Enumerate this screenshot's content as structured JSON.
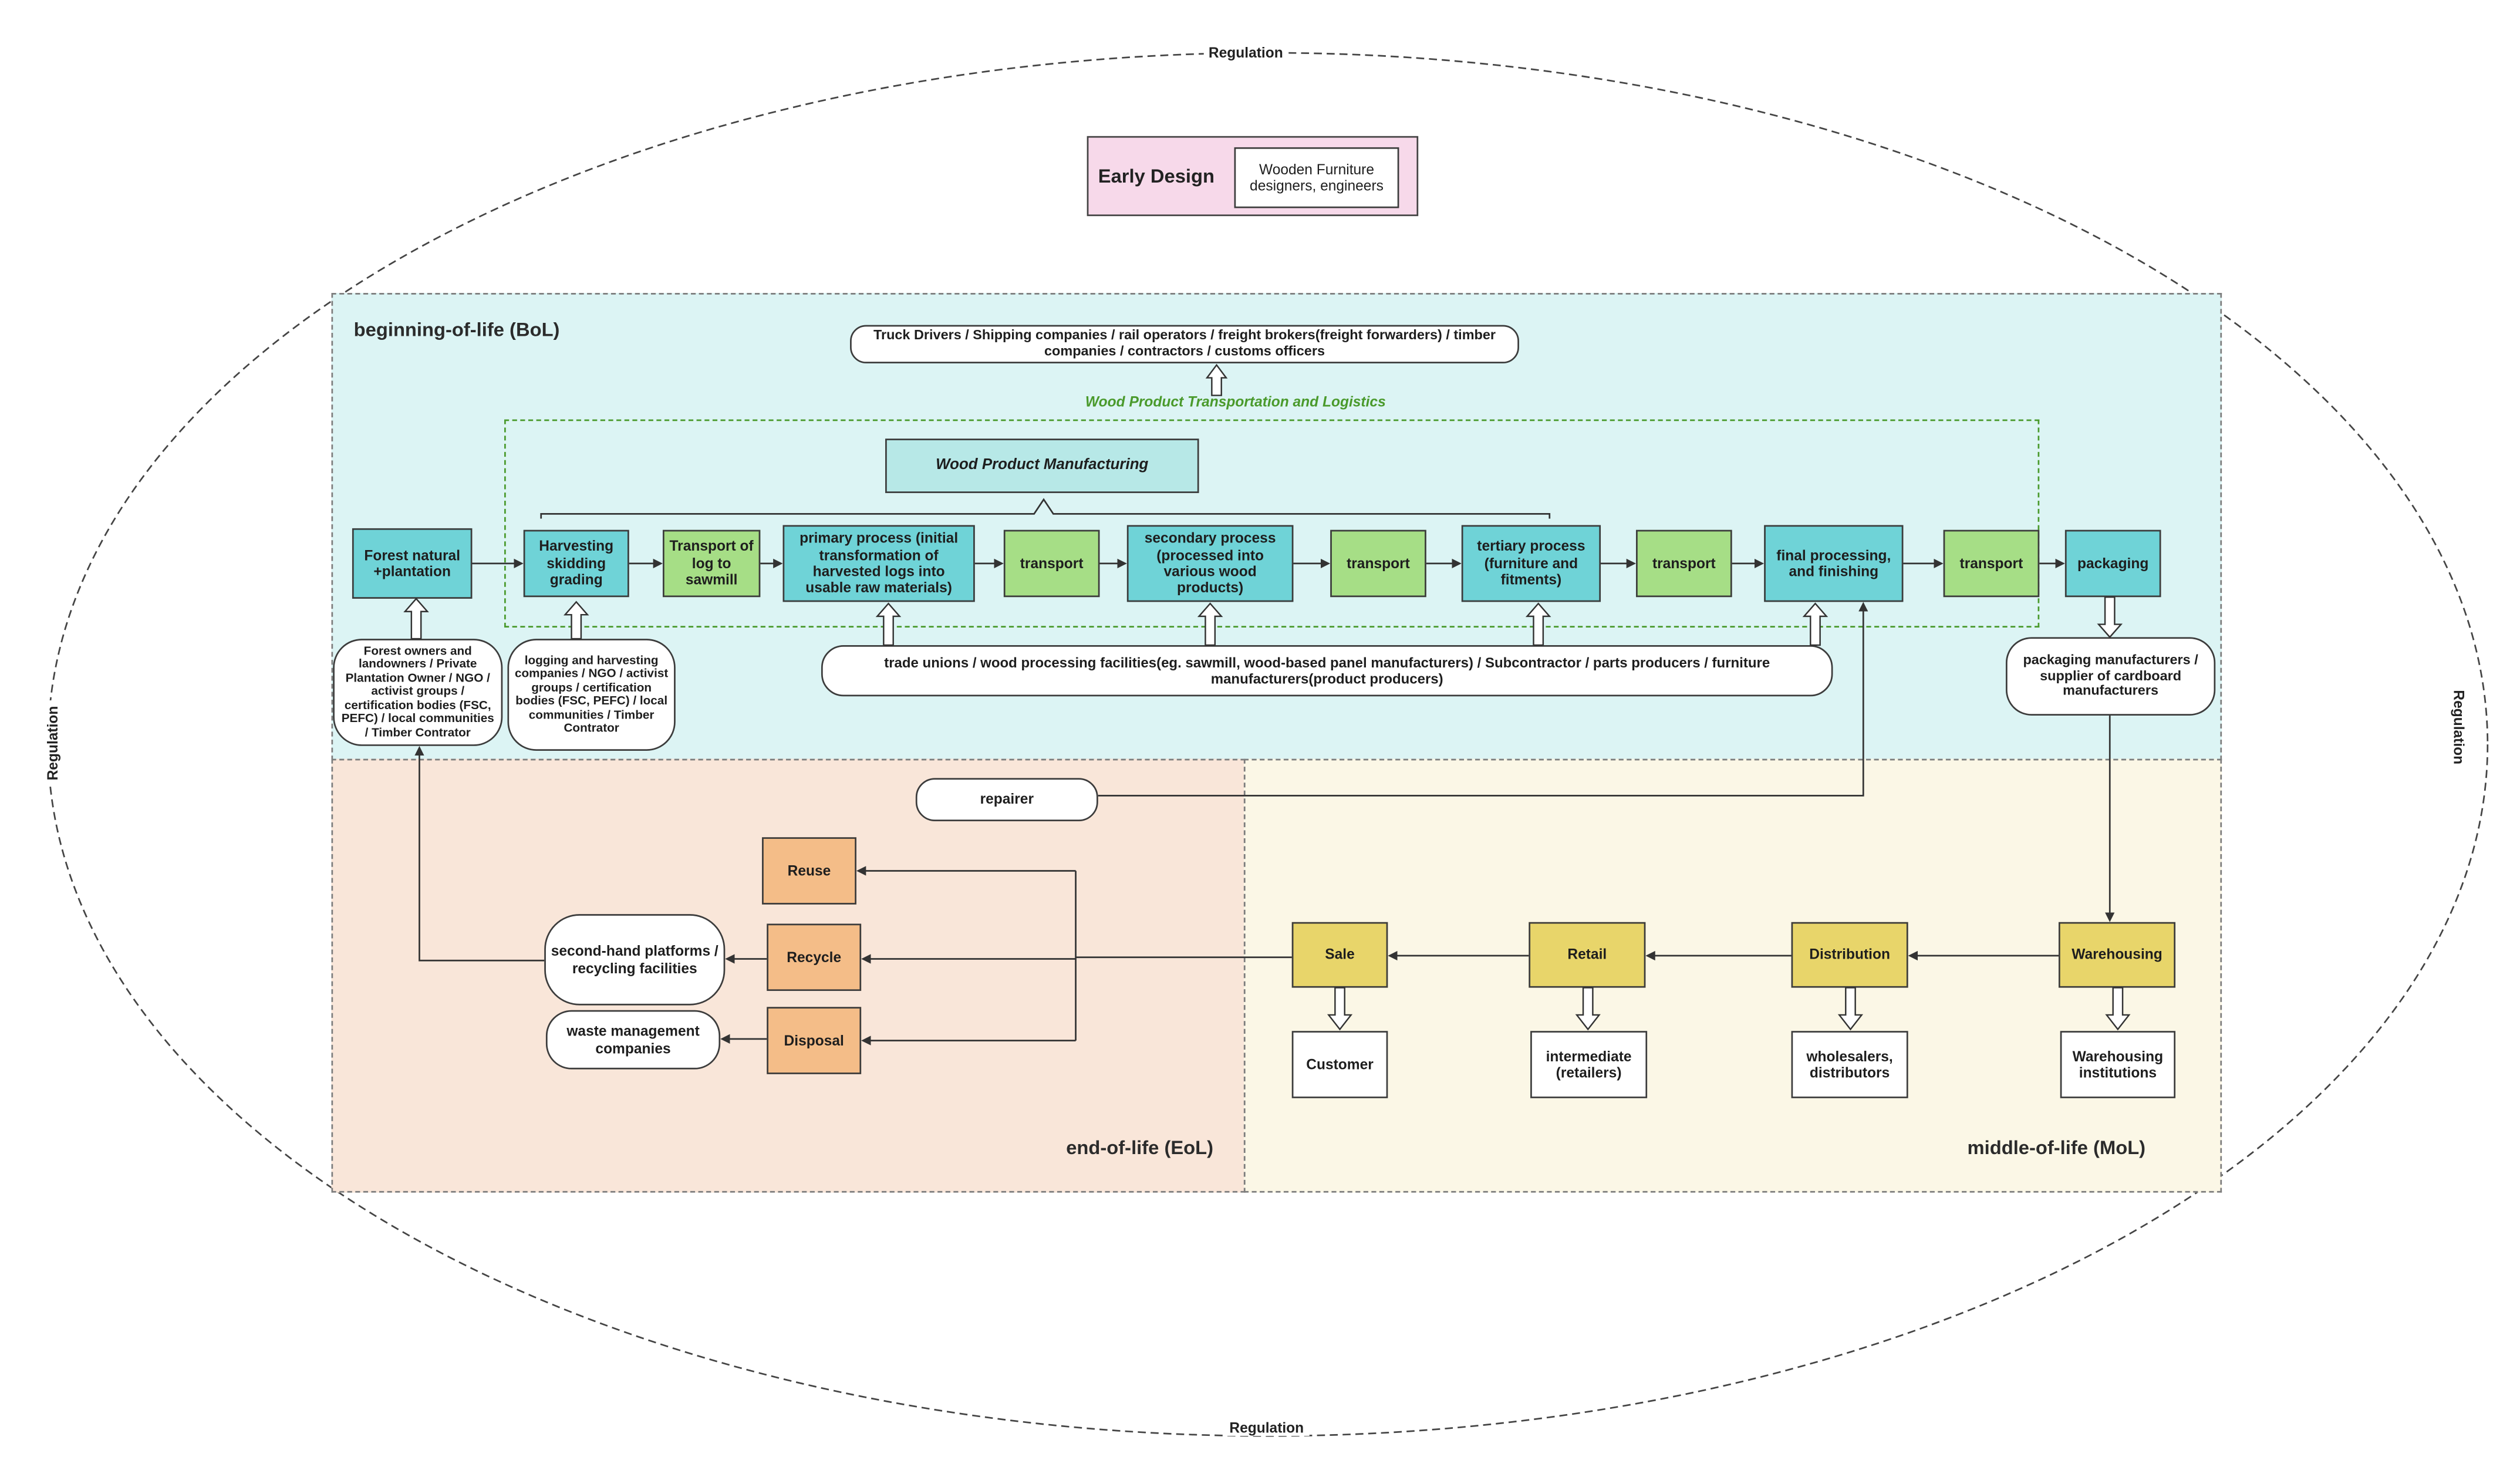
{
  "regulation_label": "Regulation",
  "early_design": {
    "title": "Early Design",
    "actor": "Wooden Furniture designers, engineers"
  },
  "regions": {
    "bol": "beginning-of-life (BoL)",
    "eol": "end-of-life (EoL)",
    "mol": "middle-of-life (MoL)"
  },
  "logistics": {
    "actors": "Truck Drivers / Shipping companies / rail operators / freight brokers(freight forwarders) / timber companies / contractors / customs officers",
    "label": "Wood Product Transportation and Logistics"
  },
  "manufacturing_label": "Wood Product Manufacturing",
  "process_chain": {
    "forest": "Forest natural +plantation",
    "harvesting": "Harvesting skidding grading",
    "transport_log": "Transport of log to sawmill",
    "primary": "primary process (initial transformation of harvested logs into usable raw materials)",
    "transport1": "transport",
    "secondary": "secondary process (processed into various wood products)",
    "transport2": "transport",
    "tertiary": "tertiary process (furniture and fitments)",
    "transport3": "transport",
    "final": "final processing, and finishing",
    "transport4": "transport",
    "packaging": "packaging"
  },
  "bol_actors": {
    "forest_owners": "Forest owners and landowners / Private Plantation Owner / NGO / activist groups / certification bodies (FSC, PEFC) / local communities / Timber Contrator",
    "logging": "logging and harvesting companies / NGO / activist groups / certification bodies (FSC, PEFC) / local communities / Timber Contrator",
    "manufacturers": "trade unions / wood processing facilities(eg. sawmill, wood-based panel manufacturers) / Subcontractor / parts producers / furniture manufacturers(product producers)",
    "packaging": "packaging manufacturers / supplier of cardboard manufacturers"
  },
  "mol": {
    "warehousing": "Warehousing",
    "distribution": "Distribution",
    "retail": "Retail",
    "sale": "Sale",
    "warehousing_actor": "Warehousing institutions",
    "distribution_actor": "wholesalers, distributors",
    "retail_actor": "intermediate (retailers)",
    "sale_actor": "Customer"
  },
  "eol": {
    "repairer": "repairer",
    "reuse": "Reuse",
    "recycle": "Recycle",
    "disposal": "Disposal",
    "recycle_actor": "second-hand platforms / recycling facilities",
    "disposal_actor": "waste management companies"
  },
  "colors": {
    "teal": "#6fd3d7",
    "light_teal_bg": "#dcf4f4",
    "green": "#a6de86",
    "yellow": "#e8d56a",
    "orange": "#f4bd88",
    "eol_bg": "#f9e6d9",
    "mol_bg": "#fbf7e6",
    "early_design_bg": "#f7d9ea",
    "logistics_green": "#4a9a2c"
  }
}
